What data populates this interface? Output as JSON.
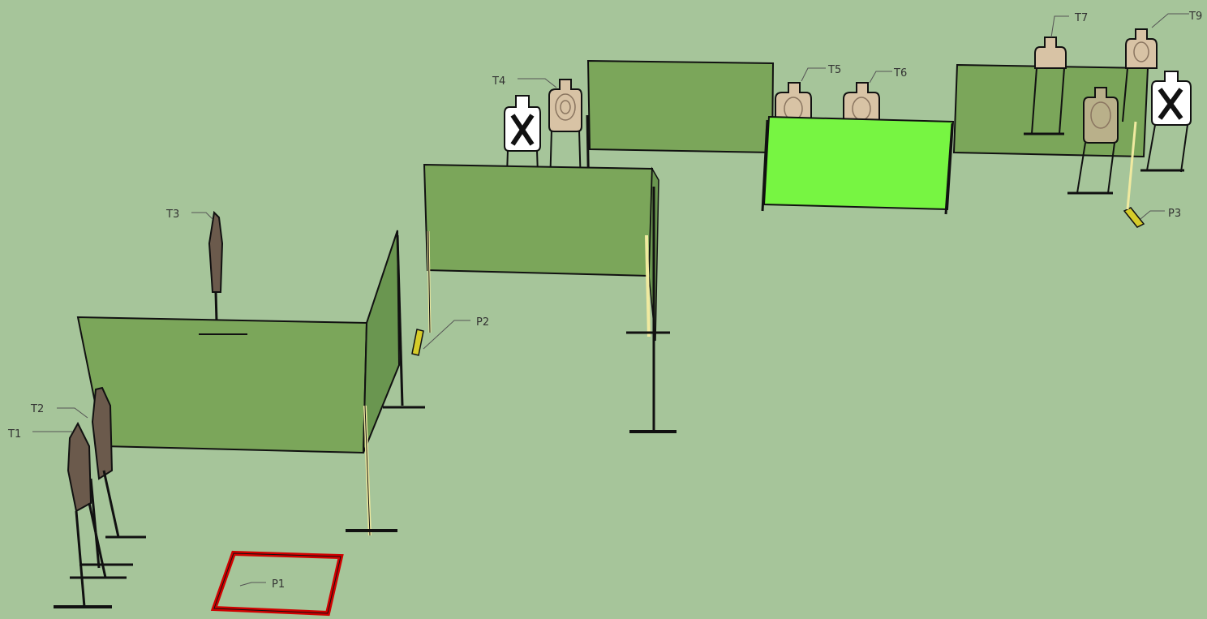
{
  "colors": {
    "ground": "#a6c59a",
    "wall": "#7ba65a",
    "wall_side": "#6a9650",
    "wall_highlight": "#77f542",
    "target_tan": "#d8c3a5",
    "target_dark": "#6b5a4c",
    "noshoot": "#ffffff",
    "marker": "#d6cc2a",
    "shooting_box": "#d00000"
  },
  "labels": {
    "T1": "T1",
    "T2": "T2",
    "T3": "T3",
    "T4": "T4",
    "T5": "T5",
    "T6": "T6",
    "T7": "T7",
    "T9": "T9",
    "P1": "P1",
    "P2": "P2",
    "P3": "P3"
  }
}
